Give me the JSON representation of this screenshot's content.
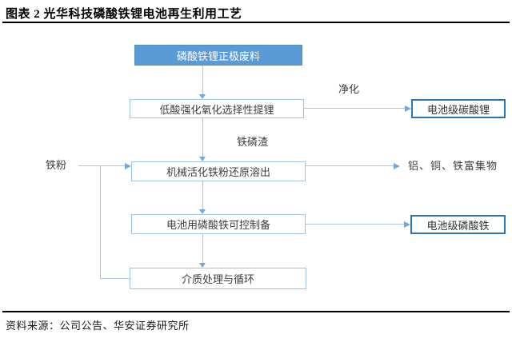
{
  "header": {
    "title": "图表 2 光华科技磷酸铁锂电池再生利用工艺"
  },
  "footer": {
    "source": "资料来源：公司公告、华安证券研究所"
  },
  "colors": {
    "node_fill_blue": "#5b9bd5",
    "node_light_border": "#9dc3e6",
    "output_border": "#2e75b6",
    "connector_line": "#a6c7e7",
    "arrowhead": "#74a7db",
    "title_rule": "#000000"
  },
  "flowchart": {
    "nodes": {
      "waste": "磷酸铁锂正极废料",
      "step1": "低酸强化氧化选择性提锂",
      "step2": "机械活化铁粉还原溶出",
      "step3": "电池用磷酸铁可控制备",
      "step4": "介质处理与循环",
      "out_lithium": "电池级碳酸锂",
      "out_iron": "电池级磷酸铁"
    },
    "labels": {
      "purify": "净化",
      "slag": "铁磷渣",
      "iron_powder": "铁粉",
      "enrichment": "铝、铜、铁富集物"
    }
  }
}
